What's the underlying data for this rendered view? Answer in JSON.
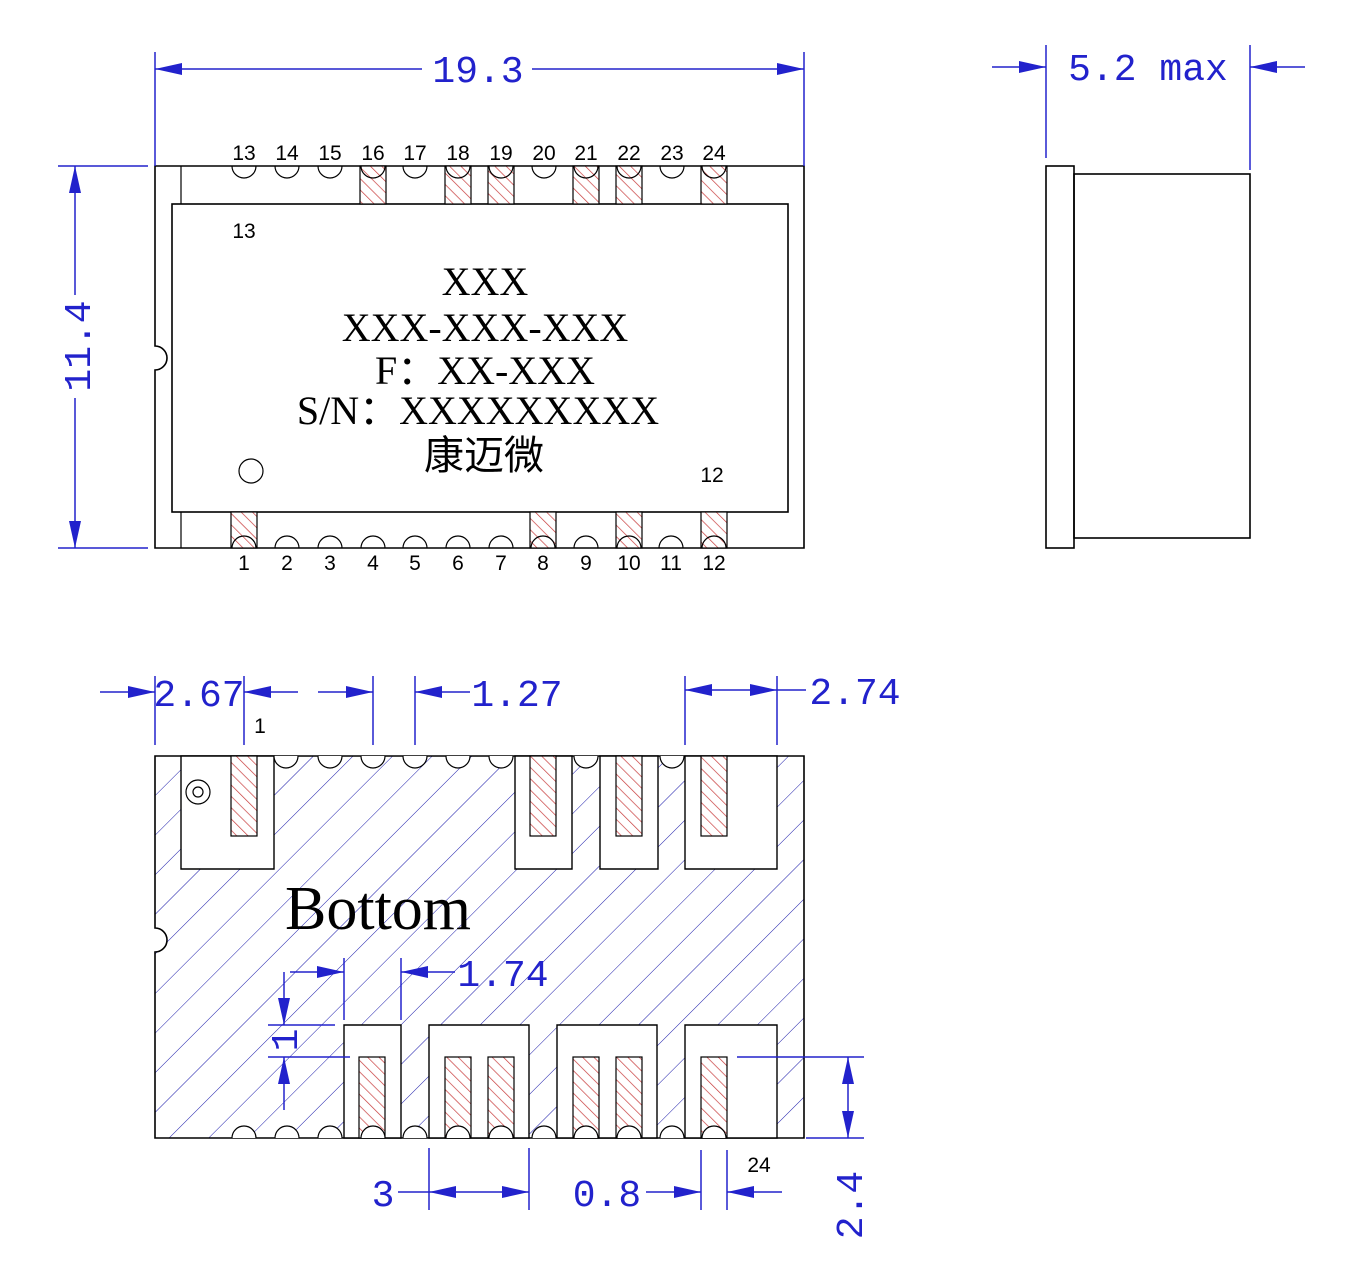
{
  "top_view": {
    "top_pins": [
      "13",
      "14",
      "15",
      "16",
      "17",
      "18",
      "19",
      "20",
      "21",
      "22",
      "23",
      "24"
    ],
    "bottom_pins": [
      "1",
      "2",
      "3",
      "4",
      "5",
      "6",
      "7",
      "8",
      "9",
      "10",
      "11",
      "12"
    ],
    "corner_label_top": "13",
    "corner_label_bottom": "12",
    "marking": {
      "line1": "XXX",
      "line2": "XXX-XXX-XXX",
      "line3": "F：XX-XXX",
      "line4": "S/N：XXXXXXXXX",
      "line5": "康迈微"
    }
  },
  "dimensions": {
    "width": "19.3",
    "height": "11.4",
    "thickness": "5.2 max",
    "edge_left": "2.67",
    "pitch": "1.27",
    "edge_right": "2.74",
    "pad_spacing": "1.74",
    "pad_height": "1",
    "group_width": "3",
    "pad_width": "0.8",
    "pad_length": "2.4"
  },
  "bottom_view": {
    "title": "Bottom",
    "pin_first": "1",
    "pin_last": "24"
  },
  "colors": {
    "outline": "#000000",
    "dimension": "#2222cc",
    "pad_hatch": "#c83c3c"
  }
}
